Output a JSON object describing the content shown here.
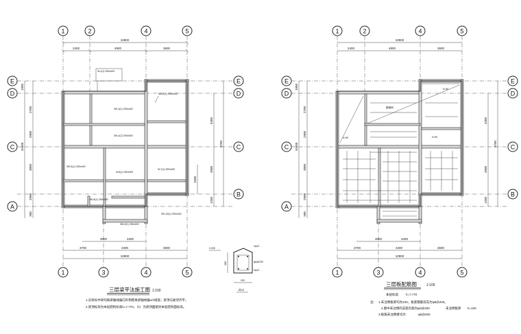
{
  "left_plan": {
    "title": "三层梁平法施工图",
    "scale": "1:100",
    "notes": [
      "1.没有标中梁均按梁轴线偏向外侧距离梁轴线偏1/2墙宽；梁顶与板顶齐平。",
      "2.梁顶标高为本层结构标高h=7.770，（h）为梁顶面相对本层结构面标高。"
    ],
    "top_axes": [
      "1",
      "2",
      "4",
      "5"
    ],
    "bottom_axes": [
      "1",
      "3",
      "4",
      "5"
    ],
    "left_axes": [
      "E",
      "D",
      "C",
      "A"
    ],
    "right_axes": [
      "E",
      "D",
      "C",
      "B"
    ],
    "top_dims": [
      "2400",
      "4900",
      "3600"
    ],
    "top_total": "10900",
    "bottom_dims_inner": [
      "3000",
      "3400"
    ],
    "bottom_dims": [
      "3700",
      "3400",
      "3600"
    ],
    "bottom_total": "10900",
    "left_dims": [
      "1000",
      "2700",
      "2900",
      "3800",
      "2900",
      "900"
    ],
    "left_total": "10400",
    "right_dims": [
      "5300",
      "3900",
      "1200"
    ],
    "right_total": "9700",
    "right_sub": "1500",
    "beam_labels": [
      "3L1(1) 250x400",
      "3KL2(1) 250x400",
      "3KL3(1) 250x400",
      "3KL4(2) 250x500",
      "3KL5(1) 250x400",
      "3L6(1) 250x400",
      "3L7(1) 250x400",
      "3KL8(1) 250x400",
      "3KL9(1) 250x400",
      "3KL10(1) 250x400"
    ]
  },
  "right_plan": {
    "title": "三层板配筋图",
    "scale": "1:100",
    "subtitle": "本层标高",
    "elevation": "h=7.770",
    "notes_title": "注：",
    "notes": [
      "1.未注明板厚均为100，板底钢筋双向为φ8@200。",
      "2.图中未注明的支座负筋为φ8@200",
      "3.板筋未注明者均为"
    ],
    "note_extra_1": "未注明板厚",
    "note_extra_2": "h=100",
    "note_extra_3": "φ8@200",
    "top_axes": [
      "1",
      "2",
      "4",
      "5"
    ],
    "bottom_axes": [
      "1",
      "3",
      "4",
      "5"
    ],
    "left_axes": [
      "E",
      "D",
      "C",
      "A"
    ],
    "right_axes": [
      "E",
      "D",
      "C",
      "B"
    ],
    "top_dims": [
      "2400",
      "4900",
      "3600"
    ],
    "top_total": "10900",
    "bottom_dims_inner": [
      "3000",
      "3400"
    ],
    "bottom_dims": [
      "3700",
      "3400",
      "3600"
    ],
    "bottom_total": "10900",
    "left_dims": [
      "1000",
      "2700",
      "2900",
      "3800",
      "2900",
      "900"
    ],
    "left_total": "10400",
    "right_dims": [
      "4300",
      "3900",
      "1200"
    ],
    "right_total": "9700",
    "slab_labels": [
      "h=90",
      "h=90",
      "h=90",
      "楼梯间"
    ]
  },
  "detail": {
    "label": "ZL4",
    "elev": "0.000",
    "dim_w": "200",
    "dim_h": "380",
    "rebar_top": "2φ12",
    "rebar_bot": "2φ12",
    "stirrup": "φ6@200"
  }
}
